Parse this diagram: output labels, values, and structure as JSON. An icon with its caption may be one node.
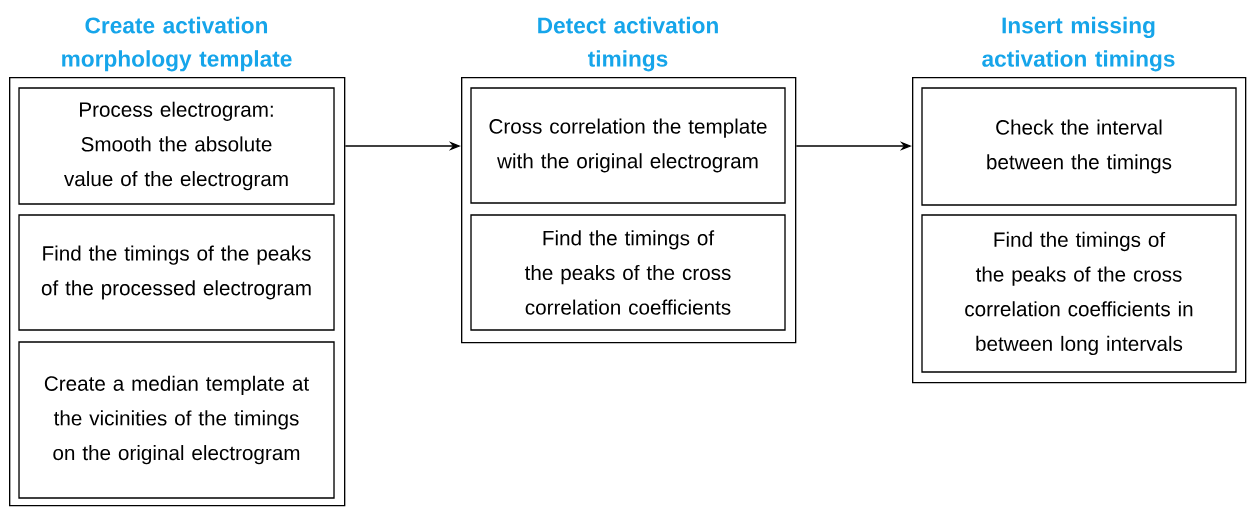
{
  "diagram": {
    "nodes": [
      {
        "text": [
          "Create activation morphology template"
        ]
      },
      {
        "text": [
          "Process electrogram: Smooth the absolute value of the electrogram"
        ],
        "in": 0
      },
      {
        "text": [
          "Find the timings of the peaks of the processed electrogram"
        ],
        "in": 0
      },
      {
        "text": [
          "Create a median template at the vicinities of the timings on the original electrogram"
        ],
        "in": 0
      },
      {
        "text": [
          "Detect activation timings"
        ]
      },
      {
        "text": [
          "Cross correlation the template with the original electrogram"
        ],
        "in": 4
      },
      {
        "text": [
          "Find the timings of the peaks of the cross correlation coefficients"
        ],
        "in": 4
      },
      {
        "text": [
          "Insert missing activation timings"
        ]
      },
      {
        "text": [
          "Check the interval between the timings"
        ],
        "in": 7
      },
      {
        "text": [
          "Find the timings of the peaks of the cross correlation coefficients in between long intervals"
        ],
        "in": 7
      }
    ],
    "edges": [
      {
        "from": 0,
        "to": 4,
        "arrow": "to"
      },
      {
        "from": 4,
        "to": 7,
        "arrow": "to"
      }
    ]
  }
}
